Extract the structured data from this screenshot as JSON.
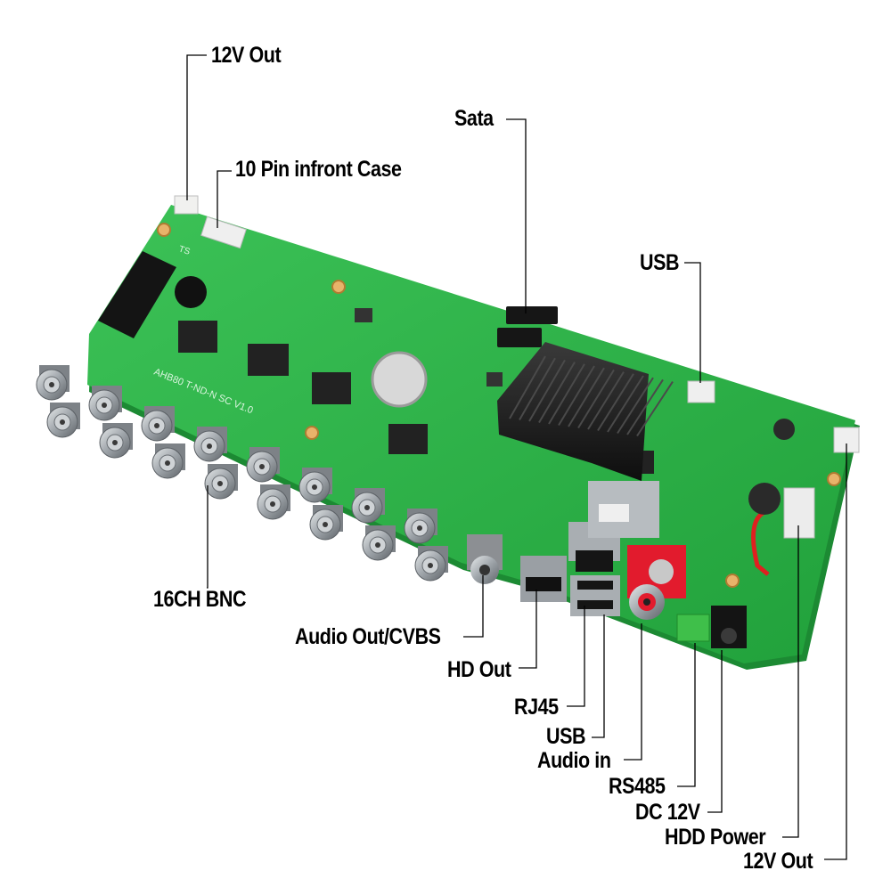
{
  "labels": {
    "top_12v_out": "12V Out",
    "pin10_front_case": "10 Pin infront Case",
    "sata": "Sata",
    "usb_top": "USB",
    "bnc_16ch": "16CH BNC",
    "audio_out_cvbs": "Audio Out/CVBS",
    "hd_out": "HD Out",
    "rj45": "RJ45",
    "usb_bottom": "USB",
    "audio_in": "Audio in",
    "rs485": "RS485",
    "dc_12v": "DC 12V",
    "hdd_power": "HDD Power",
    "bottom_12v_out": "12V Out"
  },
  "board": {
    "model_silk": "AHB80 T-ND-N SC V1.0",
    "corner_silk": "TS",
    "pcb_color": "#27b043",
    "pcb_edge_color": "#1f8f36",
    "heatsink_color": "#1a1a1a",
    "bnc_color": "#9aa0a6"
  }
}
